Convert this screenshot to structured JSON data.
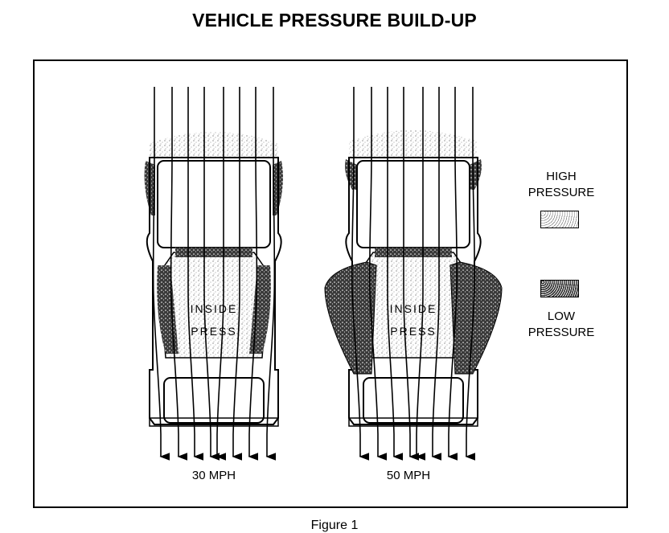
{
  "title": "VEHICLE PRESSURE BUILD-UP",
  "vehicles": [
    {
      "speed_label": "30 MPH",
      "inside_label": [
        "INSIDE",
        "PRESS"
      ]
    },
    {
      "speed_label": "50 MPH",
      "inside_label": [
        "INSIDE",
        "PRESS"
      ]
    }
  ],
  "legend": {
    "high_label": [
      "HIGH",
      "PRESSURE"
    ],
    "low_label": [
      "LOW",
      "PRESSURE"
    ]
  },
  "caption": "Figure 1",
  "colors": {
    "ink": "#000000",
    "paper": "#ffffff",
    "stipple_light": "#c8c8c8",
    "stipple_dark": "#333333"
  }
}
